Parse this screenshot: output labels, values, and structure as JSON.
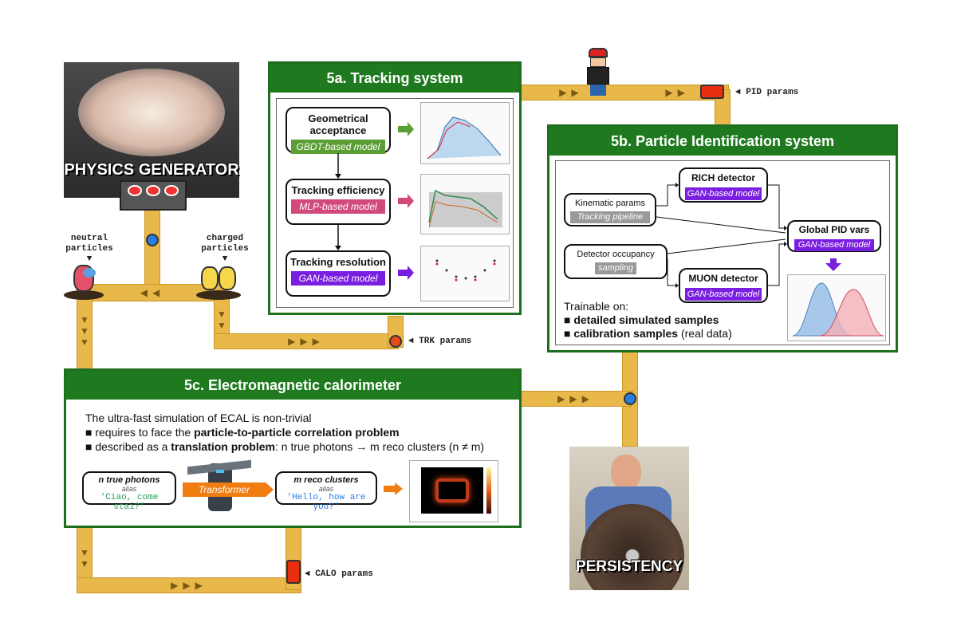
{
  "images": {
    "physics_generator": "PHYSICS GENERATOR",
    "persistency": "PERSISTENCY"
  },
  "labels": {
    "neutral_particles": "neutral particles",
    "charged_particles": "charged particles",
    "trk_params": "◄ TRK params",
    "pid_params": "◄ PID params",
    "calo_params": "◄ CALO params"
  },
  "tracking": {
    "title": "5a. Tracking system",
    "steps": [
      {
        "title": "Geometrical acceptance",
        "model": "GBDT-based model"
      },
      {
        "title": "Tracking efficiency",
        "model": "MLP-based model"
      },
      {
        "title": "Tracking resolution",
        "model": "GAN-based model"
      }
    ]
  },
  "pid": {
    "title": "5b. Particle Identification system",
    "rich": {
      "title": "RICH detector",
      "model": "GAN-based model"
    },
    "muon": {
      "title": "MUON detector",
      "model": "GAN-based model"
    },
    "kinematic": {
      "title": "Kinematic params",
      "source": "Tracking pipeline"
    },
    "occupancy": {
      "title": "Detector occupancy",
      "source": "sampling"
    },
    "global": {
      "title": "Global PID vars",
      "model": "GAN-based model"
    },
    "trainable_title": "Trainable on:",
    "trainable_1": "■ detailed simulated samples",
    "trainable_2a": "■ calibration samples",
    "trainable_2b": " (real data)"
  },
  "ecal": {
    "title": "5c. Electromagnetic calorimeter",
    "line1": "The ultra-fast simulation of ECAL is non-trivial",
    "line2a": "■ requires to face the ",
    "line2b": "particle-to-particle correlation problem",
    "line3a": "■ described as a ",
    "line3b": "translation problem",
    "line3c": ": n true photons → m reco clusters (n ≠ m)",
    "input": {
      "title": "n true photons",
      "alias": "alias",
      "text": "'Ciao, come stai?'"
    },
    "transformer": "Transformer",
    "output": {
      "title": "m reco clusters",
      "alias": "alias",
      "text": "'Hello, how are you?'"
    }
  }
}
